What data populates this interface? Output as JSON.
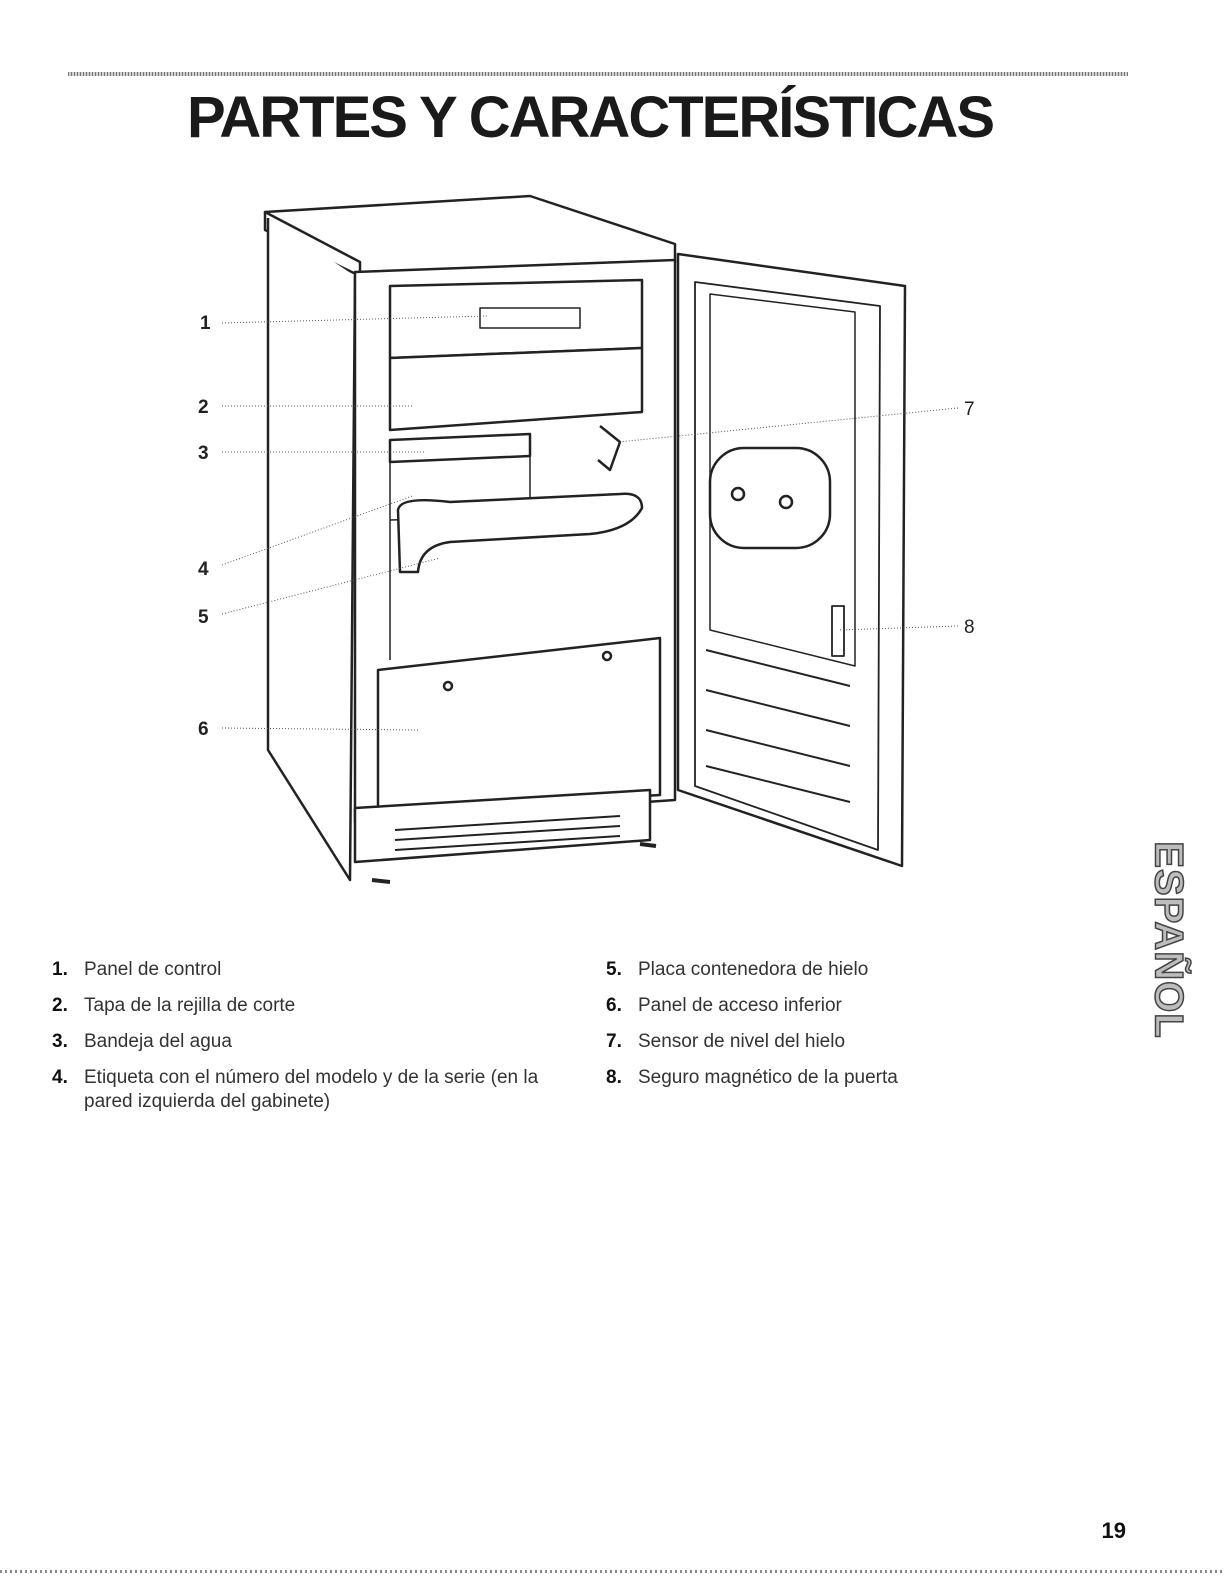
{
  "page": {
    "title": "PARTES Y CARACTERÍSTICAS",
    "side_tab": "ESPAÑOL",
    "page_number": "19"
  },
  "figure": {
    "callouts": [
      "1",
      "2",
      "3",
      "4",
      "5",
      "6",
      "7",
      "8"
    ]
  },
  "parts": [
    {
      "num": "1.",
      "label": "Panel de control"
    },
    {
      "num": "2.",
      "label": "Tapa de la rejilla de corte"
    },
    {
      "num": "3.",
      "label": "Bandeja del agua"
    },
    {
      "num": "4.",
      "label": "Etiqueta con el número del modelo y de la serie (en la pared izquierda del gabinete)"
    },
    {
      "num": "5.",
      "label": "Placa contenedora de hielo"
    },
    {
      "num": "6.",
      "label": "Panel de acceso inferior"
    },
    {
      "num": "7.",
      "label": "Sensor de nivel del hielo"
    },
    {
      "num": "8.",
      "label": "Seguro magnético de la puerta"
    }
  ]
}
